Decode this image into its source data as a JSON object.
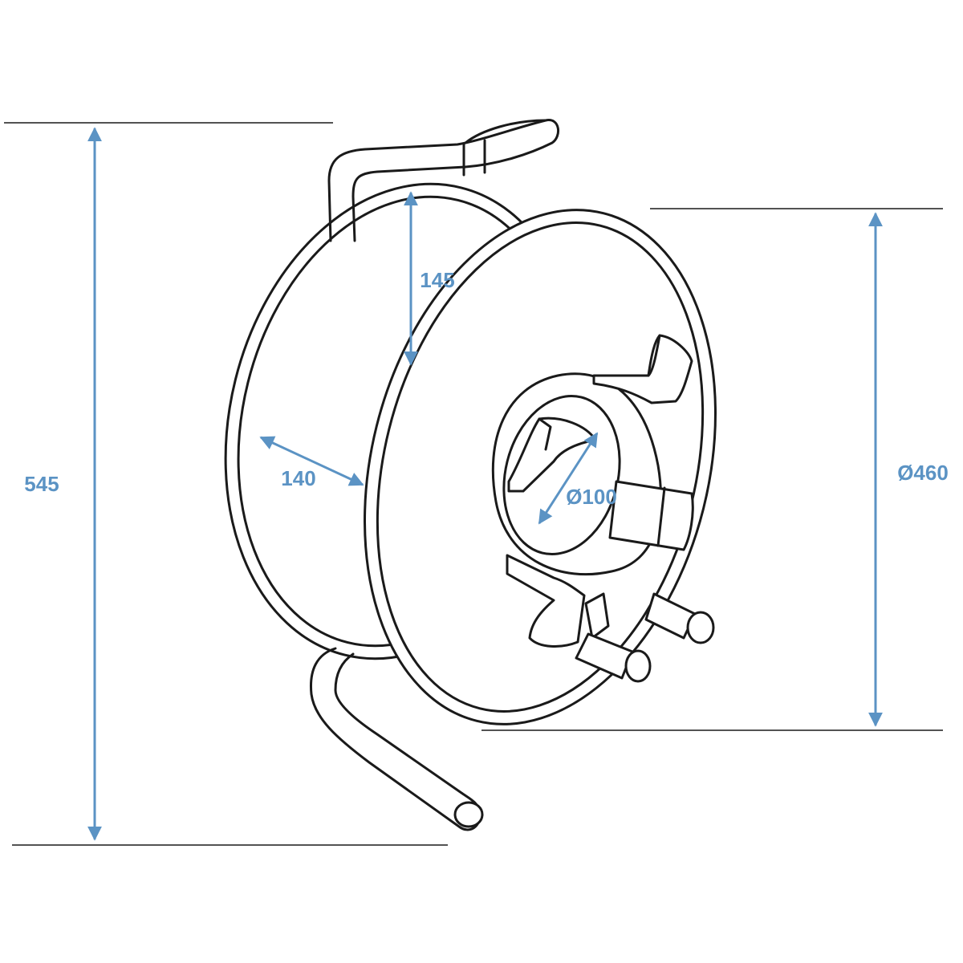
{
  "dimensions": {
    "overall_height": "545",
    "spool_depth": "145",
    "drum_width": "140",
    "hub_diameter": "Ø100",
    "flange_diameter": "Ø460"
  },
  "colors": {
    "dimension": "#5b93c4",
    "line": "#1a1a1a",
    "background": "#ffffff"
  }
}
